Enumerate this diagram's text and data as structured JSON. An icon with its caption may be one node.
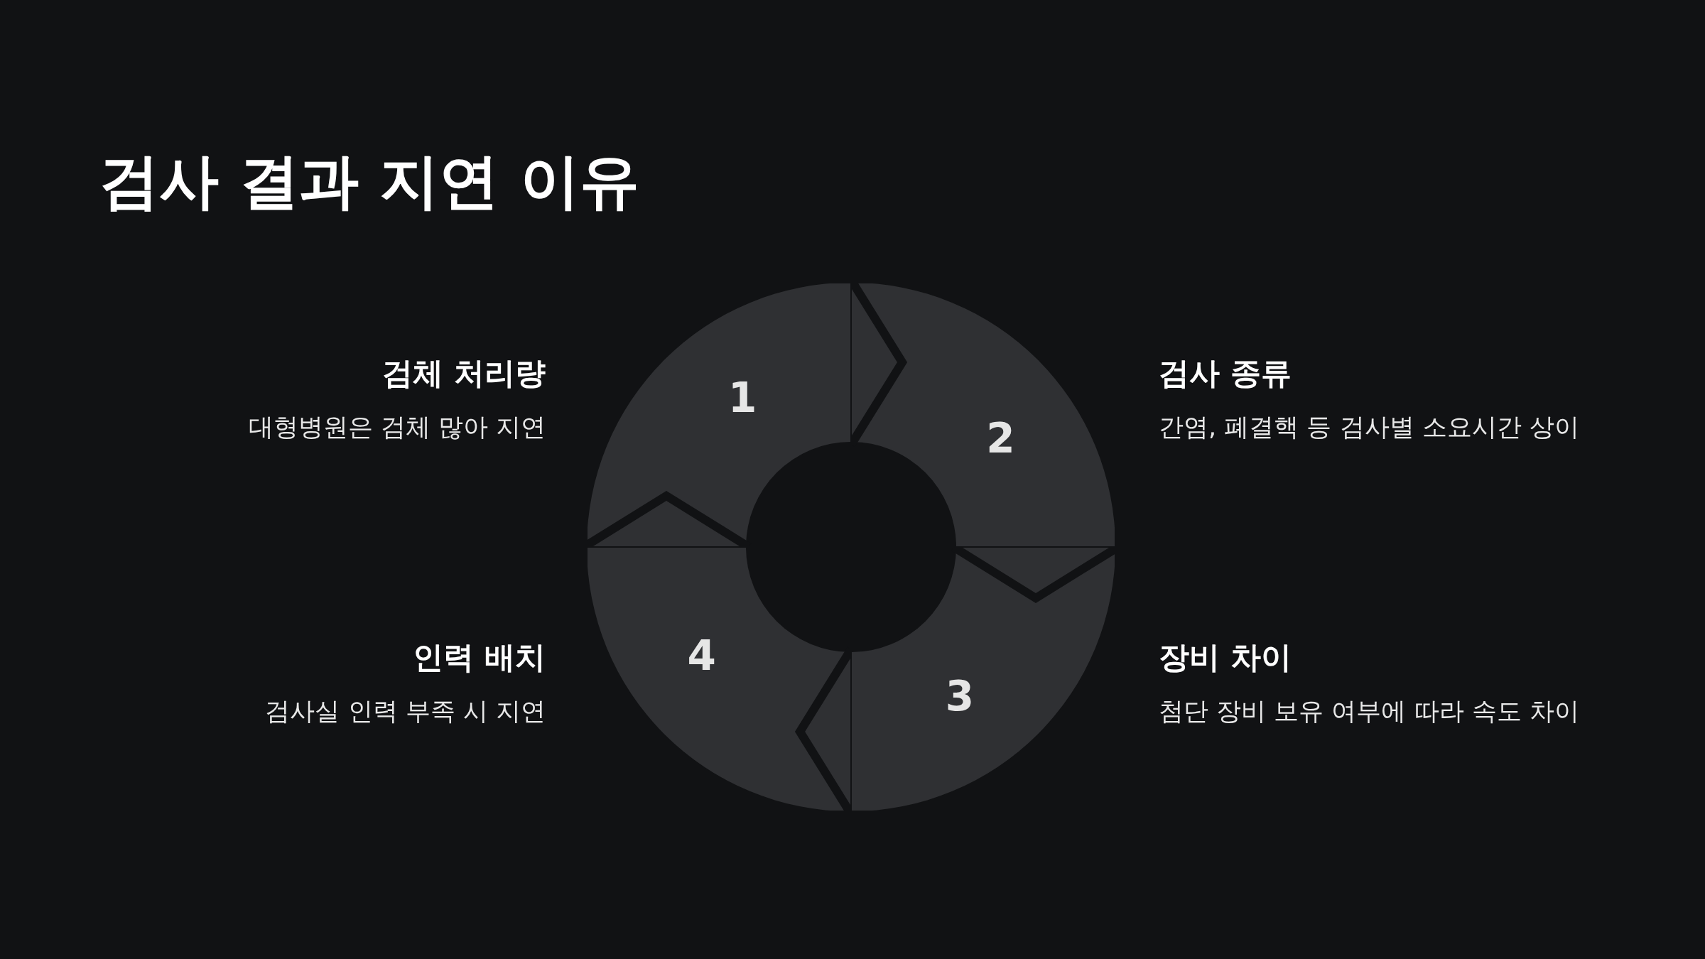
{
  "diagram": {
    "title": "검사 결과 지연 이유",
    "nodes": [
      {
        "text": [
          "1"
        ],
        "beside": [
          "검체 처리량",
          "대형병원은 검체 많아 지연"
        ]
      },
      {
        "text": [
          "2"
        ],
        "beside": [
          "검사 종류",
          "간염, 폐결핵 등 검사별 소요시간 상이"
        ]
      },
      {
        "text": [
          "3"
        ],
        "beside": [
          "장비 차이",
          "첨단 장비 보유 여부에 따라 속도 차이"
        ]
      },
      {
        "text": [
          "4"
        ],
        "beside": [
          "인력 배치",
          "검사실 인력 부족 시 지연"
        ]
      }
    ]
  }
}
